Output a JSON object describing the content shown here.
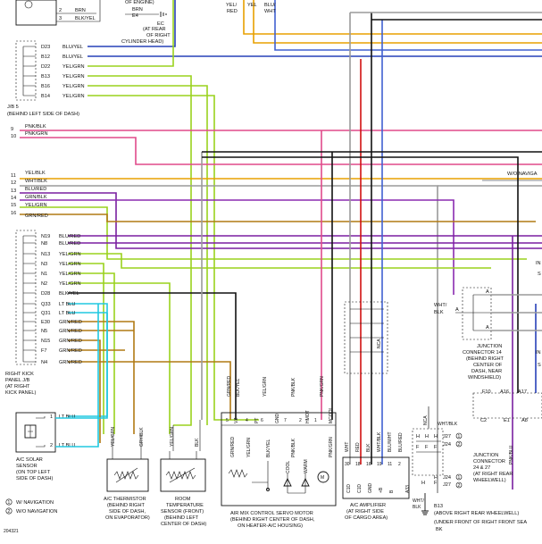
{
  "colors": {
    "yellow_green": "#9ad21d",
    "yellow_blue": "#2740b8",
    "blue_yellow": "#2740b8",
    "blue_red": "#7a1fa0",
    "green_black": "#8a2bb0",
    "yellow_red": "#e8a000",
    "green_red": "#b07a14",
    "light_blue": "#20c8e0",
    "pink": "#e04a8a",
    "white": "#9a9a9a",
    "red": "#d01010",
    "black": "#111111",
    "brown": "#8a5a20",
    "blue_white": "#4060d0"
  },
  "top_left": {
    "engine_label": "OF ENGINE)",
    "pins": [
      {
        "num": "2",
        "wire": "BRN"
      },
      {
        "num": "3",
        "wire": "BLK/YEL"
      }
    ],
    "connector": "E4",
    "wire_brn": "BRN",
    "ground_ref": "EC",
    "ground_loc": [
      "(AT REAR",
      "OF RIGHT",
      "CYLINDER HEAD)"
    ]
  },
  "top_wires": {
    "yel_red": [
      "YEL/",
      "RED"
    ],
    "yel": "YEL",
    "blu_wht": [
      "BLU/",
      "WHT"
    ]
  },
  "jb5": {
    "pins": [
      {
        "pin": "D23",
        "wire": "BLU/YEL"
      },
      {
        "pin": "B12",
        "wire": "BLU/YEL"
      },
      {
        "pin": "D22",
        "wire": "YEL/GRN"
      },
      {
        "pin": "B13",
        "wire": "YEL/GRN"
      },
      {
        "pin": "B16",
        "wire": "YEL/GRN"
      },
      {
        "pin": "B14",
        "wire": "YEL/GRN"
      }
    ],
    "label": "J/B 5",
    "location": "(BEHIND LEFT SIDE OF DASH)"
  },
  "mid_wires": [
    {
      "num": "9",
      "wire": "PNK/BLK"
    },
    {
      "num": "10",
      "wire": "PNK/GRN"
    },
    {
      "num": "11",
      "wire": "YEL/BLK"
    },
    {
      "num": "12",
      "wire": "WHT/BLK"
    },
    {
      "num": "13",
      "wire": "BLU/RED"
    },
    {
      "num": "14",
      "wire": "GRN/BLK"
    },
    {
      "num": "15",
      "wire": "YEL/GRN"
    },
    {
      "num": "16",
      "wire": "GRN/RED"
    }
  ],
  "kick_panel": {
    "pins": [
      {
        "pin": "N19",
        "wire": "BLU/RED"
      },
      {
        "pin": "N8",
        "wire": "BLU/RED"
      },
      {
        "pin": "N13",
        "wire": "YEL/GRN"
      },
      {
        "pin": "N3",
        "wire": "YEL/GRN"
      },
      {
        "pin": "N1",
        "wire": "YEL/GRN"
      },
      {
        "pin": "N2",
        "wire": "YEL/GRN"
      },
      {
        "pin": "D28",
        "wire": "BLK/YEL"
      },
      {
        "pin": "Q33",
        "wire": "LT BLU"
      },
      {
        "pin": "Q31",
        "wire": "LT BLU"
      },
      {
        "pin": "E30",
        "wire": "GRN/RED"
      },
      {
        "pin": "N5",
        "wire": "GRN/RED"
      },
      {
        "pin": "N15",
        "wire": "GRN/RED"
      },
      {
        "pin": "F7",
        "wire": "GRN/RED"
      },
      {
        "pin": "N4",
        "wire": "GRN/RED"
      }
    ],
    "label": [
      "RIGHT KICK",
      "PANEL J/B",
      "(AT RIGHT",
      "KICK PANEL)"
    ]
  },
  "solar": {
    "pins": [
      {
        "num": "1",
        "wire": "LT BLU"
      },
      {
        "num": "2",
        "wire": "LT BLU"
      }
    ],
    "label": [
      "A/C SOLAR",
      "SENSOR",
      "(ON TOP LEFT",
      "SIDE OF DASH)"
    ]
  },
  "legend": [
    {
      "mark": "1",
      "text": "W/ NAVIGATION"
    },
    {
      "mark": "2",
      "text": "W/O NAVIGATION"
    }
  ],
  "figure_id": "204321",
  "thermistor": {
    "wires": [
      "YEL/GRN",
      "GRY/BLK"
    ],
    "label": [
      "A/C THERMISTOR",
      "(BEHIND RIGHT",
      "SIDE OF DASH,",
      "ON EVAPORATOR)"
    ]
  },
  "room_temp": {
    "wires": [
      "YEL/GRN",
      "BLK"
    ],
    "label": [
      "ROOM",
      "TEMPERATURE",
      "SENSOR (FRONT)",
      "(BEHIND LEFT",
      "CENTER OF DASH)"
    ]
  },
  "servo": {
    "wires_top": [
      "GRN/RED",
      "BLK/YEL",
      "YEL/GRN",
      "PNK/BLK",
      "PNK/GRN"
    ],
    "pin_nums": [
      "5",
      "4",
      "6",
      "7",
      "2",
      "1"
    ],
    "pins": [
      "VZ",
      "PT",
      "GND",
      "HMOT",
      "MCOOL"
    ],
    "wires_inside": [
      "GRN/RED",
      "YEL/GRN",
      "BLK/YEL",
      "PNK/BLK",
      "PNK/GRN"
    ],
    "labels": [
      "COOL",
      "WARM"
    ],
    "label": [
      "AIR MIX CONTROL SERVO MOTOR",
      "(BEHIND RIGHT CENTER OF DASH,",
      "ON HEATER-A/C HOUSING)"
    ]
  },
  "amplifier": {
    "nca": "NCA",
    "wires": [
      "WHT",
      "RED",
      "BLK",
      "WHT/BLK",
      "BLU/WHT",
      "BLU/RED"
    ],
    "pin_nums": [
      "30",
      "18",
      "16",
      "19",
      "11",
      "2"
    ],
    "pins": [
      "C1D",
      "C1D",
      "GND",
      "+B",
      "B"
    ],
    "ref": "A33",
    "label": [
      "A/C AMPLIFIER",
      "(AT RIGHT SIDE",
      "OF CARGO AREA)"
    ]
  },
  "junction14": {
    "wire": [
      "WHT/",
      "BLK"
    ],
    "pins": [
      "A",
      "A",
      "A"
    ],
    "label": [
      "JUNCTION",
      "CONNECTOR 14",
      "(BEHIND RIGHT",
      "CENTER OF",
      "DASH, NEAR",
      "WINDSHIELD)"
    ]
  },
  "junction24": {
    "nca": "NCA",
    "wire": "WHT/BLK",
    "wire_side": [
      "WHT/",
      "BLK"
    ],
    "letters": [
      "H",
      "H",
      "H",
      "F",
      "F",
      "F",
      "H",
      "H",
      "F"
    ],
    "refs": [
      "J27",
      "J24",
      "J24",
      "J27"
    ],
    "marks": [
      "1",
      "2",
      "1",
      "2"
    ],
    "label": [
      "JUNCTION",
      "CONNECTOR",
      "24 & 27",
      "(AT RIGHT REAR",
      "WHEELWELL)"
    ],
    "ground": "B13",
    "ground_loc": "(ABOVE RIGHT REAR WHEELWELL)",
    "ground2": "BK",
    "ground2_loc": "(UNDER FRONT OF RIGHT FRONT SEA"
  },
  "nav": {
    "label": "W/O NAVIGA",
    "f_pins": [
      "F10",
      "A16",
      "A17"
    ],
    "c_pins": [
      "C2",
      "E1",
      "A8"
    ],
    "wire": "PNK/BLU"
  },
  "right_edge": {
    "in1": "IN",
    "in2": "IN",
    "s1": "S",
    "s2": "S"
  }
}
